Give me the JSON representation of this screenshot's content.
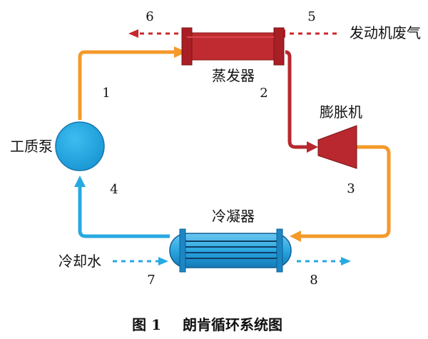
{
  "components": {
    "evaporator": "蒸发器",
    "expander": "膨胀机",
    "condenser": "冷凝器",
    "pump": "工质泵"
  },
  "streams": {
    "exhaust": "发动机废气",
    "cooling_water": "冷却水"
  },
  "state_points": [
    "1",
    "2",
    "3",
    "4",
    "5",
    "6",
    "7",
    "8"
  ],
  "caption": {
    "number": "图 1",
    "title": "朗肯循环系统图"
  },
  "colors": {
    "orange": "#f39a2a",
    "red": "#b8282e",
    "blue": "#27a9e1",
    "dark_red": "#7a1416"
  }
}
